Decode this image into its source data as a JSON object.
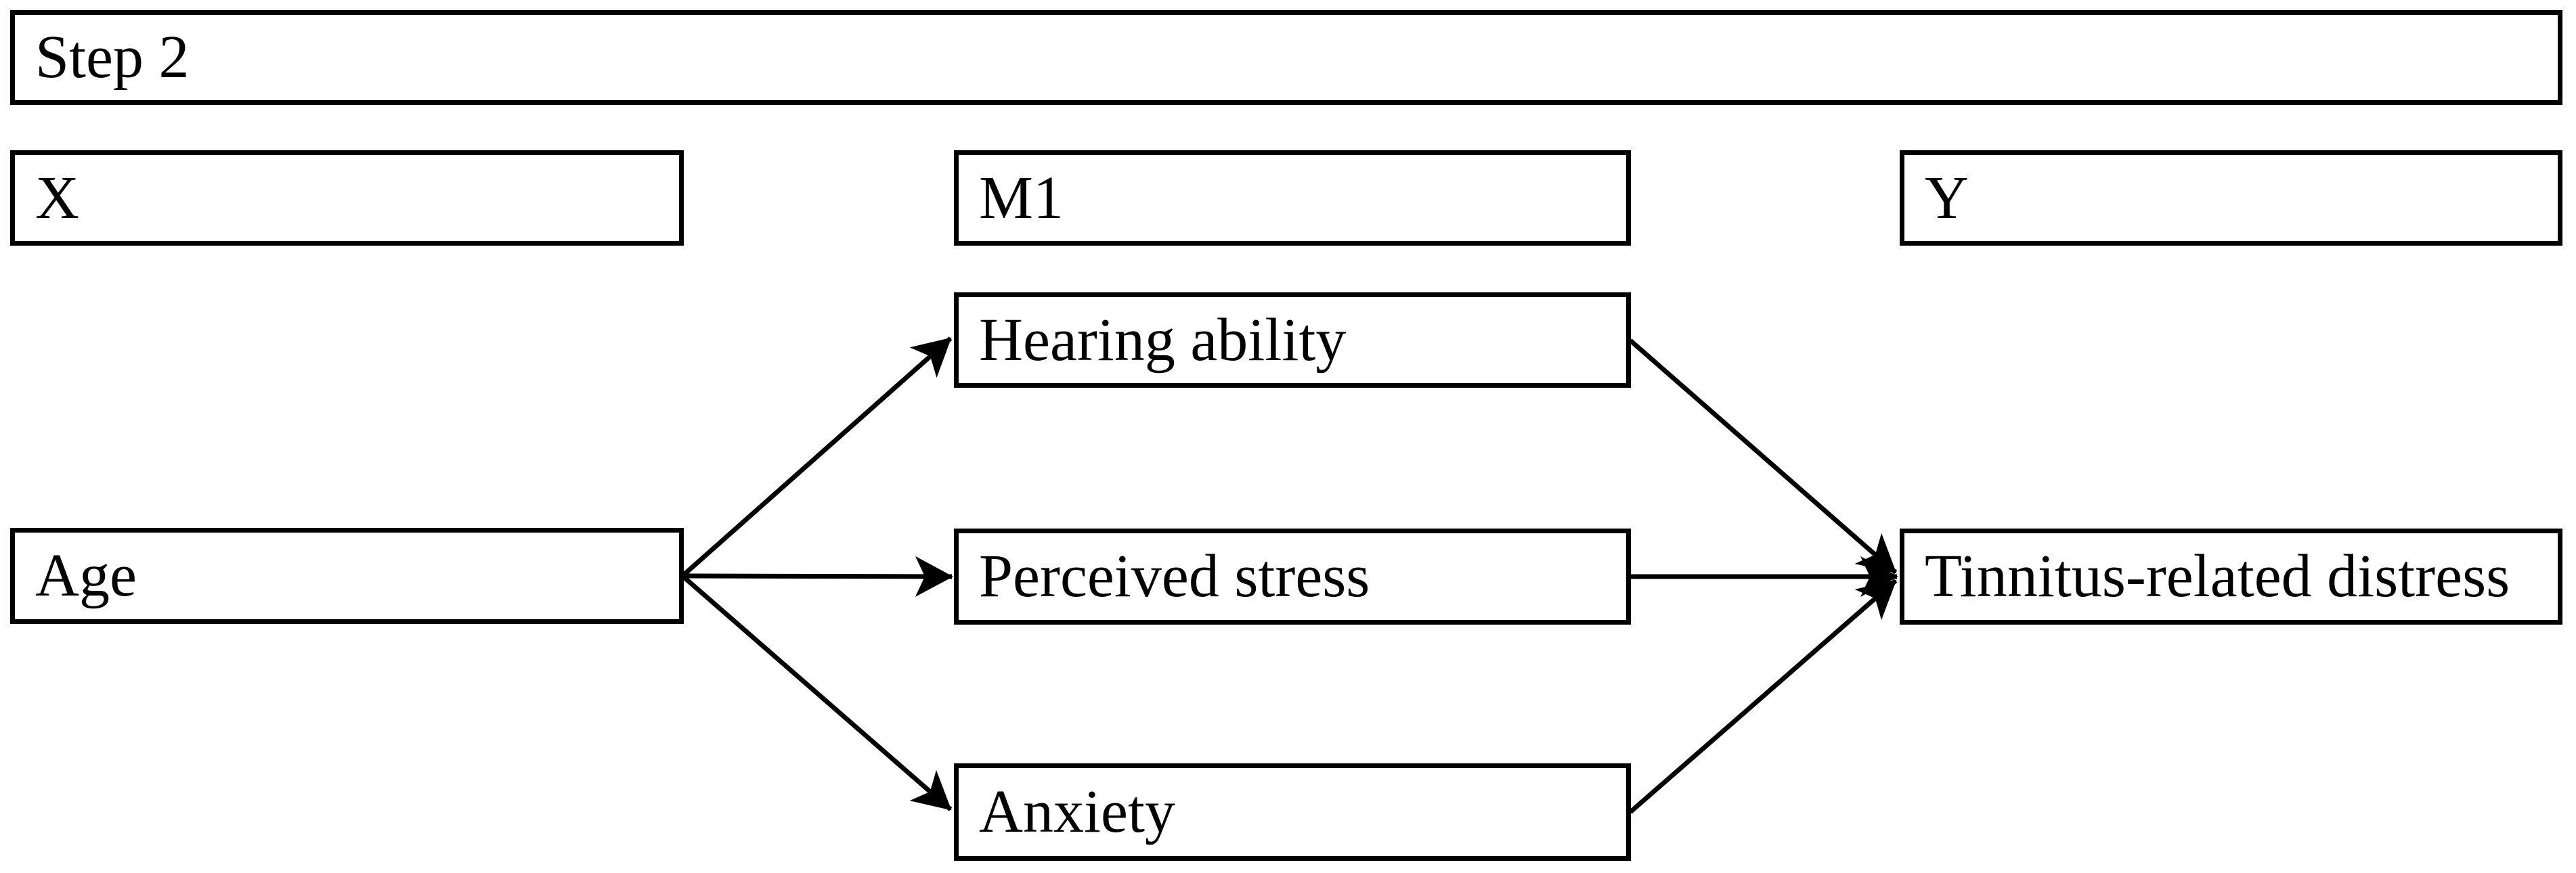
{
  "diagram": {
    "step_label": "Step 2",
    "column_headers": {
      "x": "X",
      "m1": "M1",
      "y": "Y"
    },
    "nodes": {
      "predictor": "Age",
      "mediator1": "Hearing ability",
      "mediator2": "Perceived stress",
      "mediator3": "Anxiety",
      "outcome": "Tinnitus-related distress"
    },
    "edges": [
      {
        "from": "Age",
        "to": "Hearing ability"
      },
      {
        "from": "Age",
        "to": "Perceived stress"
      },
      {
        "from": "Age",
        "to": "Anxiety"
      },
      {
        "from": "Hearing ability",
        "to": "Tinnitus-related distress"
      },
      {
        "from": "Perceived stress",
        "to": "Tinnitus-related distress"
      },
      {
        "from": "Anxiety",
        "to": "Tinnitus-related distress"
      }
    ],
    "colors": {
      "stroke": "#000000",
      "box_fill": "#ffffff",
      "text": "#000000",
      "background": "#ffffff"
    }
  }
}
